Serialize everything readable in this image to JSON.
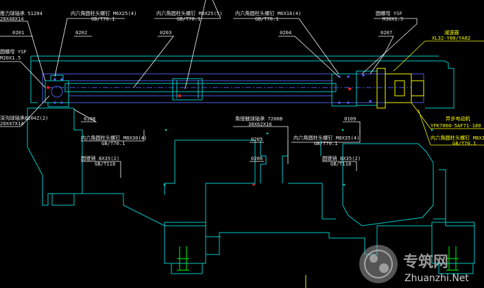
{
  "drawing": {
    "labels": {
      "thrust_bearing": "推力球轴承 51204",
      "thrust_bearing_size": "20X40X14",
      "label_0201": "0201",
      "screw_1": "内六角圆柱头螺钉 M6X25(4)",
      "screw_1_std": "GB/T70.1",
      "label_0202": "0202",
      "screw_2": "内六角圆柱头螺钉 M8X25(5)",
      "screw_2_std": "GB/T70.1",
      "label_0203": "0203",
      "screw_3": "内六角圆柱头螺钉 M6X16(4)",
      "screw_3_std": "GB/T70.1",
      "label_0204": "0204",
      "nut_right": "圆螺母 YSF",
      "nut_right_size": "M30X1.5",
      "label_0207": "0207",
      "reducer": "减速器",
      "reducer_model": "XL32-Y80/YA82",
      "nut_left": "圆螺母 YSF",
      "nut_left_size": "M20X1.5",
      "bearing_left": "深沟球轴承6204Z(2)",
      "bearing_left_size": "20X47X14",
      "label_0108": "0108",
      "screw_4": "内六角圆柱头螺钉 M8X30(4)",
      "screw_4_std": "GB/T70.1",
      "pin_left": "圆锥销 8X35(2)",
      "pin_left_std": "GB/T118",
      "bearing_mid": "角接触球轴承 7206B",
      "bearing_mid_size": "30X62X16",
      "label_0205": "0205",
      "label_0206": "0206",
      "label_0109": "0109",
      "screw_5": "内六角圆柱头螺钉 M8X35(4)",
      "screw_5_std": "GB/T70.1",
      "pin_right": "圆锥销 8X35(2)",
      "pin_right_std": "GB/T118",
      "motor": "异步电动机",
      "motor_model": "YFK7060-5AF71-180",
      "screw_6": "内六角圆柱头螺钉 M8X3",
      "screw_6_std": "GB/T70.1"
    },
    "colors": {
      "outline": "#00cccc",
      "inner": "#4a5ee8",
      "leader": "#ffffff",
      "highlight": "#ffff00",
      "accent": "#00ff00",
      "mark": "#ff2020"
    }
  },
  "watermark": {
    "title": "专筑网",
    "url": "Zhuanzhi.Net"
  }
}
